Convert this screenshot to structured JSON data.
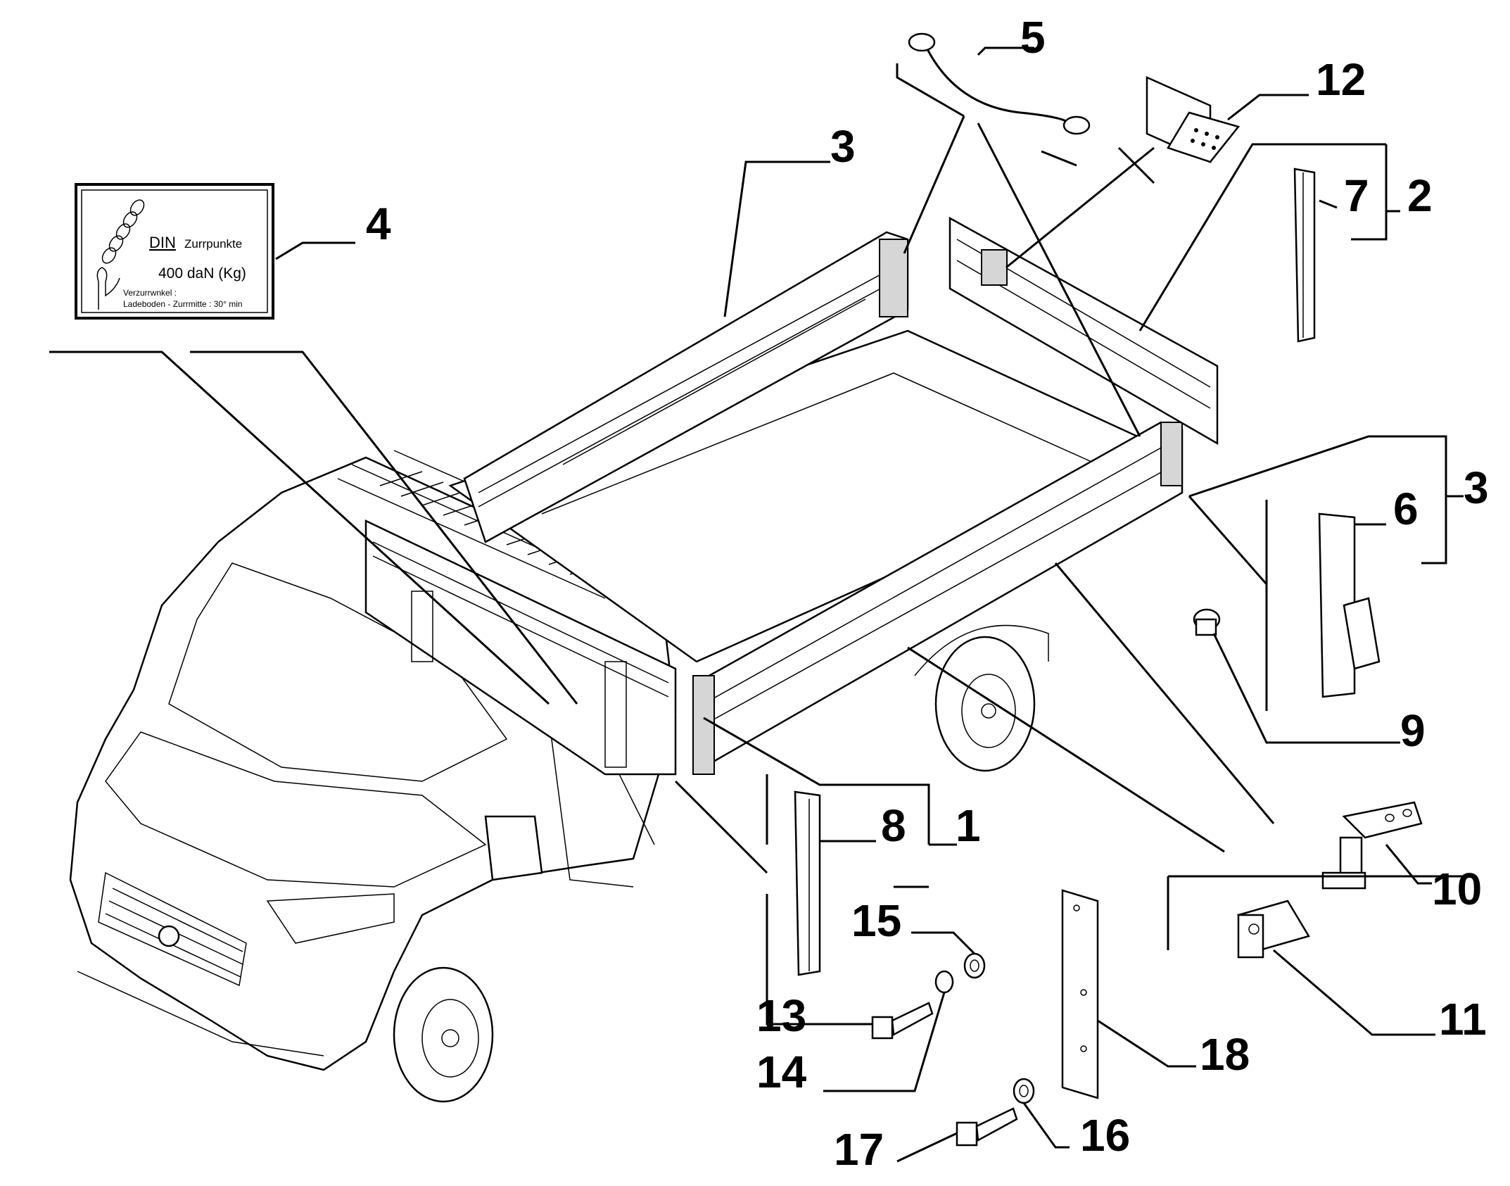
{
  "callouts": {
    "n1": "1",
    "n2": "2",
    "n3a": "3",
    "n3b": "3",
    "n4": "4",
    "n5": "5",
    "n6": "6",
    "n7": "7",
    "n8": "8",
    "n9": "9",
    "n10": "10",
    "n11": "11",
    "n12": "12",
    "n13": "13",
    "n14": "14",
    "n15": "15",
    "n16": "16",
    "n17": "17",
    "n18": "18"
  },
  "label": {
    "din": "DIN",
    "zurrpunkte": "Zurrpunkte",
    "load": "400 daN (Kg)",
    "verzurr": "Verzurrwnkel :",
    "ladeboden": "Ladeboden  - Zurrmitte : 30° min"
  }
}
